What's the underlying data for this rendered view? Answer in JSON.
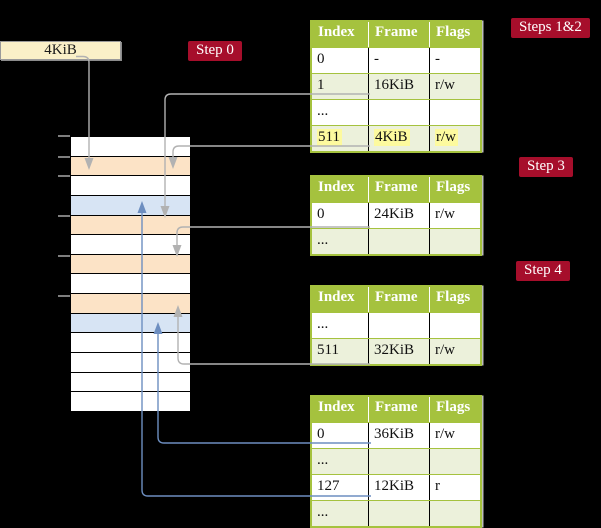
{
  "page": {
    "background": "#000000"
  },
  "colors": {
    "table_header_green": "#A5C23E",
    "table_row_green": "#ECF1DB",
    "step_label_red": "#A60E2B",
    "pagetable_frame_peach": "#FCE3C6",
    "data_frame_blue": "#D7E4F4",
    "highlight_yellow": "#FDFA9E",
    "page_size_box_cream": "#FAF0C8",
    "gray_connector": "#B2B2B2",
    "blue_connector": "#6D8EC0"
  },
  "page_size_box": {
    "label": "4KiB"
  },
  "step_labels": [
    {
      "id": "step0",
      "text": "Step 0"
    },
    {
      "id": "steps12",
      "text": "Steps 1&2"
    },
    {
      "id": "step3",
      "text": "Step 3"
    },
    {
      "id": "step4",
      "text": "Step 4"
    }
  ],
  "tables": [
    {
      "id": "level1",
      "headers": [
        "Index",
        "Frame",
        "Flags"
      ],
      "rows": [
        {
          "index": "0",
          "frame": "-",
          "flags": "-",
          "shaded": false,
          "highlight": false
        },
        {
          "index": "1",
          "frame": "16KiB",
          "flags": "r/w",
          "shaded": true,
          "highlight": false
        },
        {
          "index": "...",
          "frame": "",
          "flags": "",
          "shaded": false,
          "highlight": false
        },
        {
          "index": "511",
          "frame": "4KiB",
          "flags": "r/w",
          "shaded": true,
          "highlight": true
        }
      ]
    },
    {
      "id": "level2",
      "headers": [
        "Index",
        "Frame",
        "Flags"
      ],
      "rows": [
        {
          "index": "0",
          "frame": "24KiB",
          "flags": "r/w",
          "shaded": false,
          "highlight": false
        },
        {
          "index": "...",
          "frame": "",
          "flags": "",
          "shaded": true,
          "highlight": false
        }
      ]
    },
    {
      "id": "level3",
      "headers": [
        "Index",
        "Frame",
        "Flags"
      ],
      "rows": [
        {
          "index": "...",
          "frame": "",
          "flags": "",
          "shaded": false,
          "highlight": false
        },
        {
          "index": "511",
          "frame": "32KiB",
          "flags": "r/w",
          "shaded": true,
          "highlight": false
        }
      ]
    },
    {
      "id": "level4",
      "headers": [
        "Index",
        "Frame",
        "Flags"
      ],
      "rows": [
        {
          "index": "0",
          "frame": "36KiB",
          "flags": "r/w",
          "shaded": false,
          "highlight": false
        },
        {
          "index": "...",
          "frame": "",
          "flags": "",
          "shaded": true,
          "highlight": false
        },
        {
          "index": "127",
          "frame": "12KiB",
          "flags": "r",
          "shaded": false,
          "highlight": false
        },
        {
          "index": "...",
          "frame": "",
          "flags": "",
          "shaded": true,
          "highlight": false
        }
      ]
    }
  ],
  "memory": {
    "rows": [
      "free",
      "pagetable",
      "free",
      "data",
      "pagetable",
      "free",
      "pagetable",
      "free",
      "pagetable",
      "data",
      "free",
      "free",
      "free",
      "free"
    ]
  },
  "connectors": [
    {
      "id": "c1",
      "from": "page-size-box",
      "to": "memory-frame-4KiB",
      "color": "gray"
    },
    {
      "id": "c2",
      "from": "level1-entry-1",
      "to": "memory-frame-16KiB",
      "color": "gray"
    },
    {
      "id": "c3",
      "from": "level1-entry-511",
      "to": "memory-frame-4KiB",
      "color": "gray"
    },
    {
      "id": "c4",
      "from": "level2-entry-0",
      "to": "memory-frame-24KiB",
      "color": "gray"
    },
    {
      "id": "c5",
      "from": "level3-entry-511",
      "to": "memory-frame-32KiB",
      "color": "gray"
    },
    {
      "id": "c6",
      "from": "level4-entry-0",
      "to": "memory-frame-36KiB",
      "color": "blue"
    },
    {
      "id": "c7",
      "from": "level4-entry-127",
      "to": "memory-frame-12KiB",
      "color": "blue"
    }
  ]
}
